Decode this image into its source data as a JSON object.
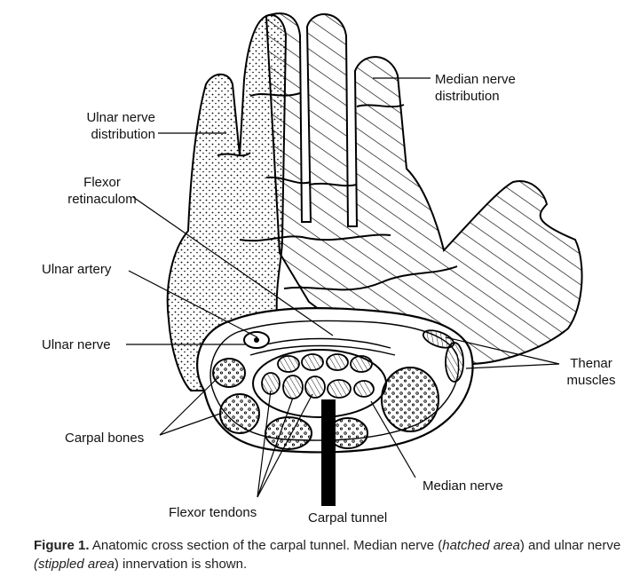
{
  "labels": {
    "ulnar_nerve_distribution": [
      "Ulnar nerve",
      "distribution"
    ],
    "median_nerve_distribution": [
      "Median nerve",
      "distribution"
    ],
    "flexor_retinaculum": [
      "Flexor",
      "retinaculom"
    ],
    "ulnar_artery": "Ulnar artery",
    "ulnar_nerve": "Ulnar nerve",
    "carpal_bones": "Carpal bones",
    "flexor_tendons": "Flexor tendons",
    "carpal_tunnel": "Carpal tunnel",
    "median_nerve": "Median nerve",
    "thenar_muscles": [
      "Thenar",
      "muscles"
    ]
  },
  "caption": {
    "figure_number": "Figure 1.",
    "text_1": " Anatomic cross section of the carpal tunnel. Median nerve (",
    "italic_1": "hatched area",
    "text_2": ") and ulnar nerve ",
    "italic_2": "(stippled  area",
    "text_3": ") innervation is shown."
  }
}
